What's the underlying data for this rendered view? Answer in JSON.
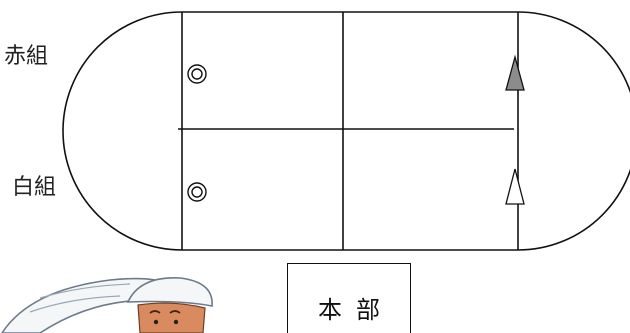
{
  "labels": {
    "red_team": "赤組",
    "white_team": "白組",
    "headquarters": "本部"
  },
  "colors": {
    "track_line": "#111111",
    "red_marker_fill": "#8c8c8c",
    "white_marker_fill": "#ffffff",
    "hat_outline": "#6c7a8a",
    "hat_fill": "#f4f6f8",
    "face_fill": "#d98a5e"
  },
  "icons": {
    "start_marker": "double-circle-icon",
    "goal_marker": "triangle-cone-icon",
    "character": "child-with-sun-hat-icon"
  }
}
